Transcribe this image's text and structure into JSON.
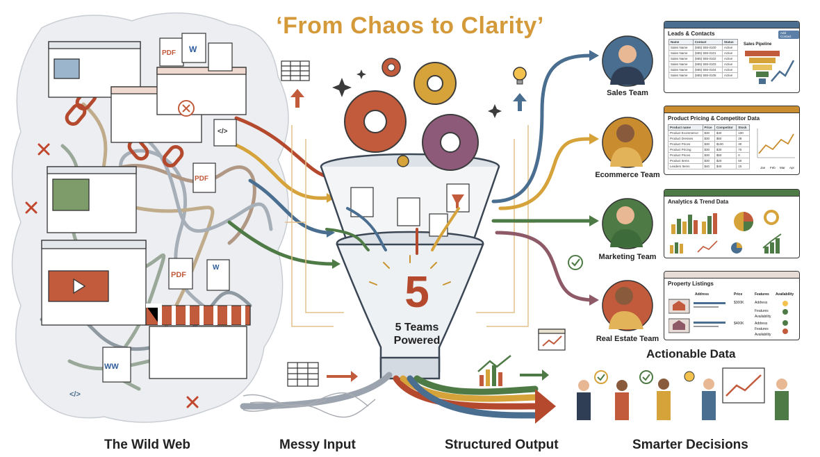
{
  "title": "‘From Chaos to Clarity’",
  "captions": {
    "wild_web": "The Wild Web",
    "messy_input": "Messy Input",
    "structured_output": "Structured Output",
    "smarter_decisions": "Smarter Decisions",
    "actionable_data": "Actionable Data"
  },
  "funnel": {
    "number": "5",
    "label_line1": "5 Teams",
    "label_line2": "Powered"
  },
  "doc_icons": {
    "pdf": "PDF",
    "word": "W",
    "word_double": "WW",
    "code": "</>"
  },
  "teams": [
    {
      "label": "Sales Team",
      "color": "#4A6E8F"
    },
    {
      "label": "Ecommerce Team",
      "color": "#C98C2E"
    },
    {
      "label": "Marketing Team",
      "color": "#4E7A45"
    },
    {
      "label": "Real Estate Team",
      "color": "#8E5A67"
    }
  ],
  "panels": {
    "sales": {
      "title": "Leads & Contacts",
      "button": "Add Contact",
      "columns": [
        "Name",
        "Contact",
        "Status"
      ],
      "rows": [
        [
          "Sales Name",
          "(555) 555-0100",
          "Active"
        ],
        [
          "Sales Name",
          "(555) 555-0101",
          "Active"
        ],
        [
          "Sales Name",
          "(555) 555-0102",
          "Active"
        ],
        [
          "Sales Name",
          "(555) 555-0103",
          "Active"
        ],
        [
          "Sales Name",
          "(555) 555-0104",
          "Active"
        ],
        [
          "Sales Name",
          "(555) 555-0105",
          "Active"
        ]
      ],
      "pipeline_title": "Sales Pipeline"
    },
    "ecommerce": {
      "title": "Product Pricing & Competitor Data",
      "columns": [
        "Product name",
        "Price",
        "Competitor",
        "Stock"
      ],
      "rows": [
        [
          "Product Ecommerce",
          "$30",
          "$40",
          "100"
        ],
        [
          "Product Dresses",
          "$30",
          "$50",
          "28"
        ],
        [
          "Product Prices",
          "$30",
          "$100",
          "30"
        ],
        [
          "Product Pricing",
          "$30",
          "$30",
          "70"
        ],
        [
          "Product Prices",
          "$30",
          "$50",
          "0"
        ],
        [
          "Product Items",
          "$30",
          "$20",
          "50"
        ],
        [
          "Leaders Items",
          "$40",
          "$40",
          "15"
        ]
      ],
      "x_ticks": [
        "Jan",
        "Feb",
        "Mar",
        "Apr"
      ]
    },
    "marketing": {
      "title": "Analytics & Trend Data"
    },
    "realestate": {
      "title": "Property Listings",
      "columns": [
        "Address",
        "Price",
        "Features",
        "Availability"
      ],
      "rows": [
        {
          "price": "$300K",
          "features": "Address",
          "extra": "Features",
          "avail1": "Availability"
        },
        {
          "price": "$400K",
          "features": "Address",
          "extra": "Features",
          "avail1": "Availability"
        }
      ]
    }
  },
  "colors": {
    "title": "#D49A3A",
    "rust": "#B4492D",
    "gold": "#D6A23A",
    "blue": "#4A6E8F",
    "green": "#4E7A45",
    "plum": "#8E5A67"
  }
}
